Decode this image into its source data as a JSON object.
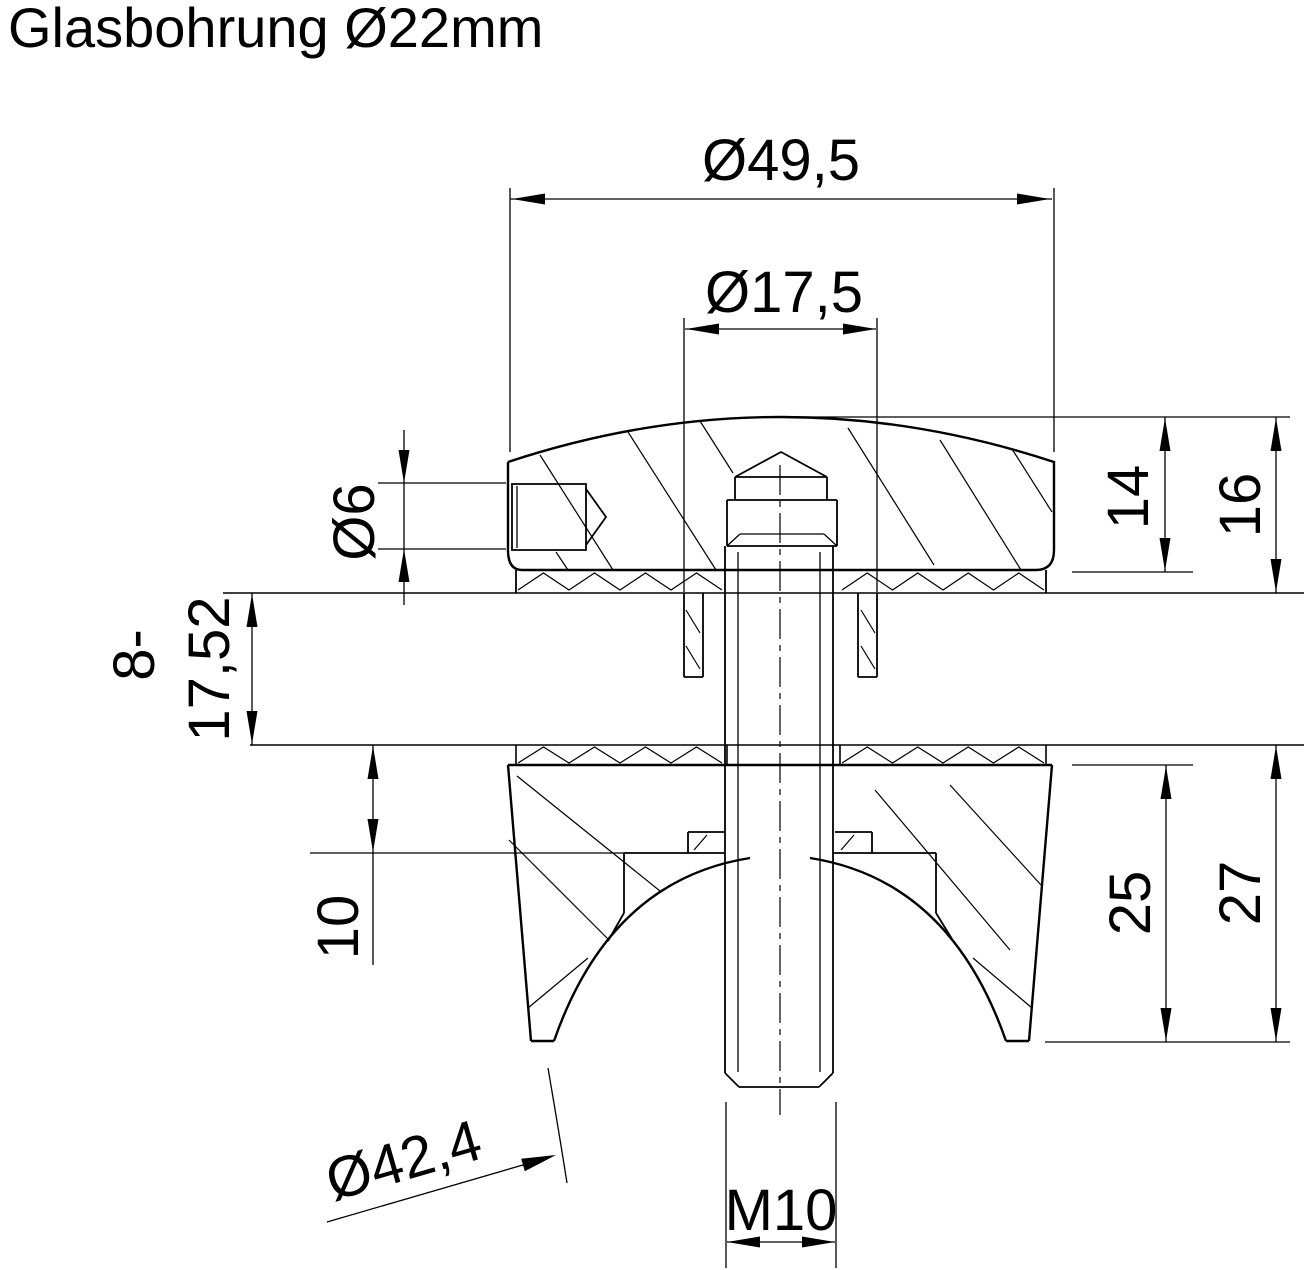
{
  "title": "Glasbohrung Ø22mm",
  "colors": {
    "line": "#000000",
    "background": "#ffffff"
  },
  "dimensions": {
    "cap_outer_diameter": "Ø49,5",
    "collar_diameter": "Ø17,5",
    "grub_screw_diameter": "Ø6",
    "glass_thickness_min": "8-",
    "glass_thickness_max": "17,52",
    "saddle_depth": "10",
    "cap_height": "14",
    "cap_height_incl_gasket": "16",
    "base_height": "25",
    "base_height_incl_gasket": "27",
    "tube_diameter": "Ø42,4",
    "thread_size": "M10"
  }
}
